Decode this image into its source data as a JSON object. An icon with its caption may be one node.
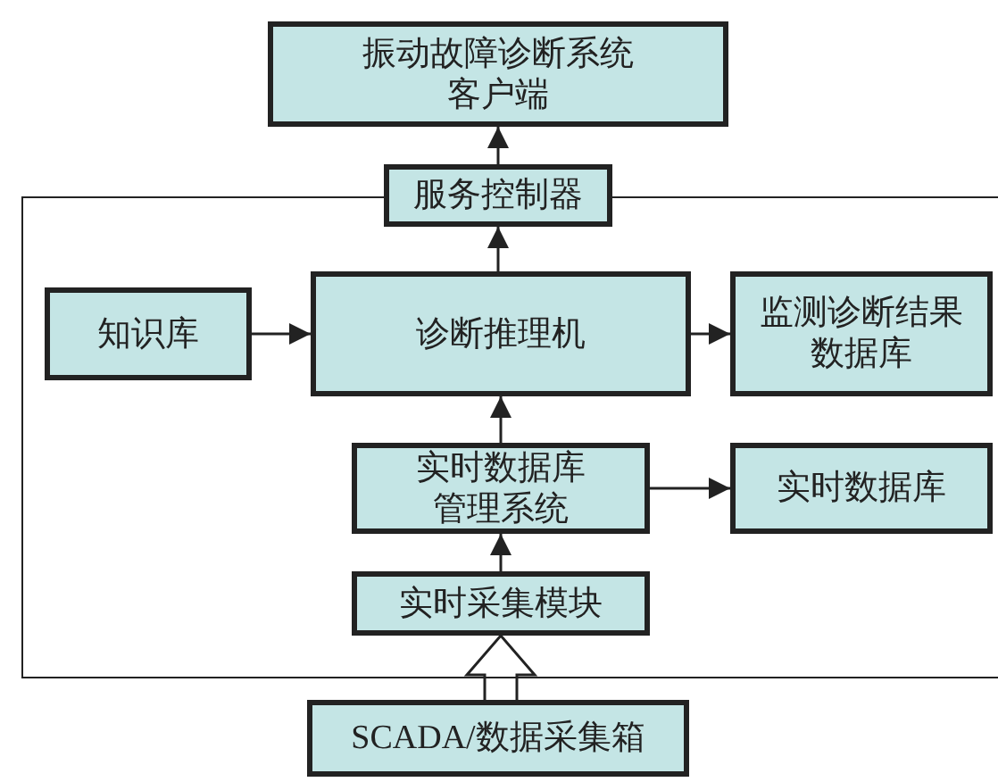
{
  "diagram": {
    "nodes": [
      {
        "text": [
          "振动故障诊断系统客户端"
        ]
      },
      {
        "text": [
          "服务控制器"
        ]
      },
      {
        "text": [],
        "shape": "box"
      },
      {
        "text": [
          "知识库"
        ],
        "in": 2
      },
      {
        "text": [
          "诊断推理机"
        ],
        "in": 2
      },
      {
        "text": [
          "监测诊断结果数据库"
        ],
        "in": 2
      },
      {
        "text": [
          "实时数据库管理系统"
        ],
        "in": 2
      },
      {
        "text": [
          "实时数据库"
        ],
        "in": 2
      },
      {
        "text": [
          "实时采集模块"
        ],
        "in": 2
      },
      {
        "text": [
          "SCADA/数据采集箱"
        ]
      }
    ],
    "edges": [
      {
        "from": 1,
        "to": 0,
        "arrow": "to"
      },
      {
        "from": 4,
        "to": 1,
        "arrow": "to"
      },
      {
        "from": 3,
        "to": 4,
        "arrow": "to"
      },
      {
        "from": 4,
        "to": 5,
        "arrow": "to"
      },
      {
        "from": 6,
        "to": 4,
        "arrow": "to"
      },
      {
        "from": 6,
        "to": 7,
        "arrow": "to"
      },
      {
        "from": 8,
        "to": 6,
        "arrow": "to"
      },
      {
        "from": 9,
        "to": 8,
        "arrow": "to",
        "style": "thick"
      }
    ]
  }
}
